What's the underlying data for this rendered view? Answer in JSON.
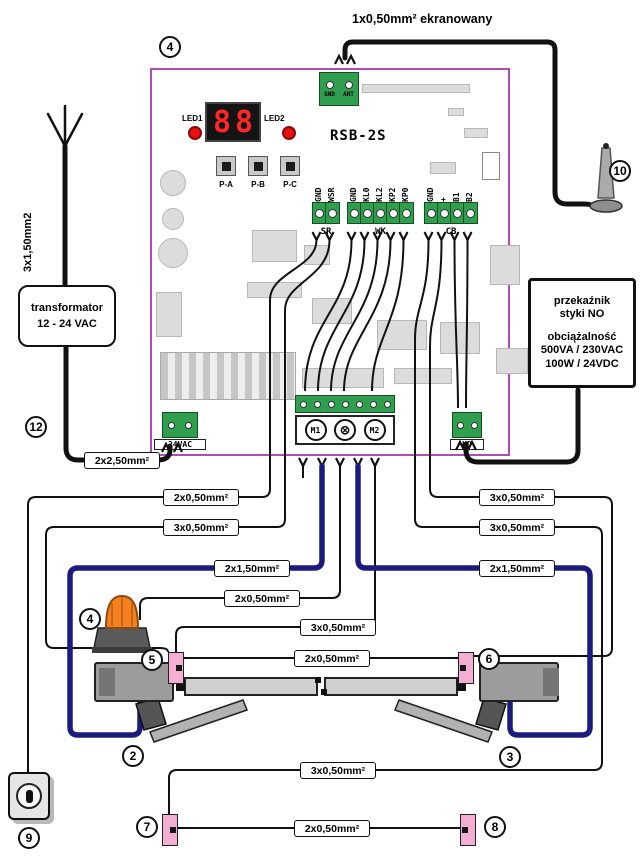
{
  "antenna_cable_label": "1x0,50mm² ekranowany",
  "markers": {
    "board": "4",
    "antenna": "10",
    "transformer_cable": "12",
    "lamp": "4",
    "photocell_left": "5",
    "photocell_right": "6",
    "actuator_left": "2",
    "actuator_right": "3",
    "key_switch": "9",
    "photocell_bottom_left": "7",
    "photocell_bottom_right": "8"
  },
  "board": {
    "model": "RSB-2S",
    "display": "88",
    "led1": "LED1",
    "led2": "LED2",
    "buttons": [
      "P-A",
      "P-B",
      "P-C"
    ],
    "antenna_terminal": {
      "pin1": "GND",
      "pin2": "ANT"
    },
    "groups": [
      {
        "name": "SR",
        "pins": [
          "GND",
          "WSR"
        ]
      },
      {
        "name": "WK",
        "pins": [
          "GND",
          "KL0",
          "KL2",
          "KP2",
          "KP0"
        ]
      },
      {
        "name": "CB",
        "pins": [
          "GND",
          "+",
          "B1",
          "B2"
        ]
      }
    ],
    "power_label": "24VAC",
    "m1": "M1",
    "lamp_symbol": "⊗",
    "m2": "M2",
    "kd_label": "KD"
  },
  "transformer": {
    "line1": "transformator",
    "line2": "12 - 24 VAC",
    "input_cable_label": "3x1,50mm2",
    "output_cable_label": "2x2,50mm²"
  },
  "relay": {
    "line1": "przekaźnik",
    "line2": "styki NO",
    "line3": "obciążalność",
    "line4": "500VA / 230VAC",
    "line5": "100W / 24VDC"
  },
  "cable_labels": {
    "left_top": "2x0,50mm²",
    "left_mid": "3x0,50mm²",
    "right_top": "3x0,50mm²",
    "right_mid": "3x0,50mm²",
    "blue_left": "2x1,50mm²",
    "blue_right": "2x1,50mm²",
    "lamp": "2x0,50mm²",
    "photocells": "3x0,50mm²",
    "photocell_link": "2x0,50mm²",
    "bottom": "3x0,50mm²",
    "bottom_link": "2x0,50mm²"
  },
  "colors": {
    "blue_cable": "#1b1b7e",
    "board_outline": "#b44ab4",
    "terminal_green": "#2f9e4e",
    "led_red": "#e81010",
    "lamp_orange": "#f58020",
    "photocell_pink": "#f4aed2"
  }
}
